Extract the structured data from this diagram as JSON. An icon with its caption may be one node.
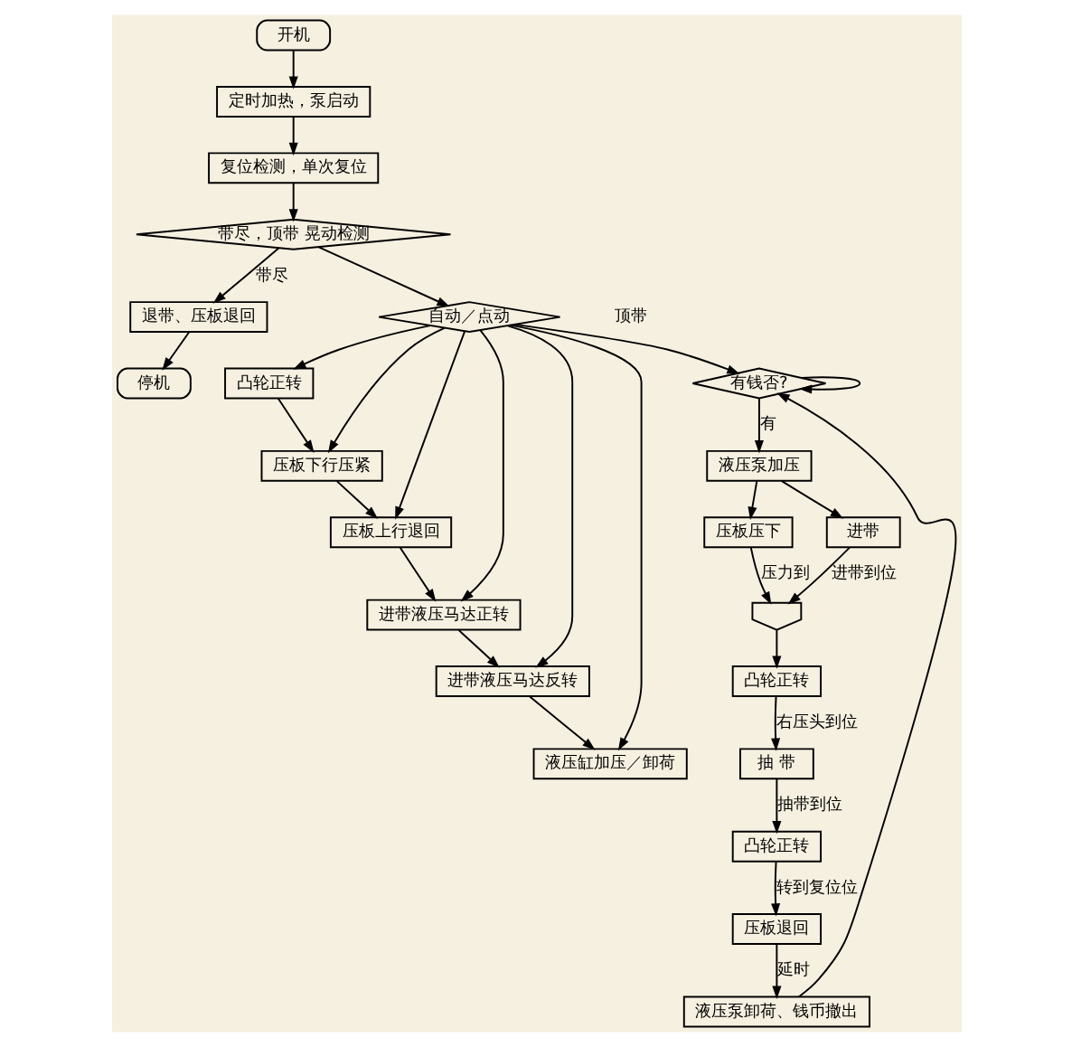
{
  "diagram": {
    "nodes": [
      {
        "text": [
          "开机"
        ]
      },
      {
        "text": [
          "定时加热，泵启动"
        ]
      },
      {
        "text": [
          "复位检测，单次复位"
        ]
      },
      {
        "text": [
          "带尽，顶带 晃动检测"
        ]
      },
      {
        "text": [
          "退带、压板退回"
        ]
      },
      {
        "text": [
          "停机"
        ]
      },
      {
        "text": [
          "自动／点动"
        ]
      },
      {
        "text": [
          "凸轮正转"
        ]
      },
      {
        "text": [
          "压板下行压紧"
        ]
      },
      {
        "text": [
          "压板上行退回"
        ]
      },
      {
        "text": [
          "进带液压马达正转"
        ]
      },
      {
        "text": [
          "进带液压马达反转"
        ]
      },
      {
        "text": [
          "液压缸加压／卸荷"
        ]
      },
      {
        "text": [
          "有钱否?"
        ]
      },
      {
        "text": [
          "液压泵加压"
        ]
      },
      {
        "text": [
          "压板压下"
        ]
      },
      {
        "text": [
          "进带"
        ]
      },
      {
        "text": [],
        "shape": "gate"
      },
      {
        "text": [
          "凸轮正转"
        ]
      },
      {
        "text": [
          "抽 带"
        ]
      },
      {
        "text": [
          "凸轮正转"
        ]
      },
      {
        "text": [
          "压板退回"
        ]
      },
      {
        "text": [
          "液压泵卸荷、钱币撤出"
        ]
      }
    ],
    "edges": [
      {
        "from": 0,
        "to": 1,
        "arrow": "to"
      },
      {
        "from": 1,
        "to": 2,
        "arrow": "to"
      },
      {
        "from": 2,
        "to": 3,
        "arrow": "to"
      },
      {
        "from": 3,
        "to": 4,
        "arrow": "to",
        "label": "带尽"
      },
      {
        "from": 4,
        "to": 5,
        "arrow": "to"
      },
      {
        "from": 3,
        "to": 6,
        "arrow": "to"
      },
      {
        "from": 7,
        "to": 8,
        "arrow": "to"
      },
      {
        "from": 8,
        "to": 9,
        "arrow": "to"
      },
      {
        "from": 9,
        "to": 10,
        "arrow": "to"
      },
      {
        "from": 10,
        "to": 11,
        "arrow": "to"
      },
      {
        "from": 11,
        "to": 12,
        "arrow": "to"
      },
      {
        "from": 6,
        "to": 7,
        "arrow": "to"
      },
      {
        "from": 6,
        "to": 8,
        "arrow": "to"
      },
      {
        "from": 6,
        "to": 9,
        "arrow": "to"
      },
      {
        "from": 6,
        "to": 10,
        "arrow": "to"
      },
      {
        "from": 6,
        "to": 11,
        "arrow": "to"
      },
      {
        "from": 6,
        "to": 12,
        "arrow": "to"
      },
      {
        "from": 6,
        "to": 13,
        "arrow": "to"
      },
      {
        "from": 13,
        "to": 14,
        "arrow": "to",
        "label": "有"
      },
      {
        "from": 13,
        "to": 13,
        "arrow": "to"
      },
      {
        "from": 14,
        "to": 15,
        "arrow": "to"
      },
      {
        "from": 14,
        "to": 16,
        "arrow": "to"
      },
      {
        "from": 15,
        "to": 17,
        "arrow": "to",
        "label": "压力到"
      },
      {
        "from": 16,
        "to": 17,
        "arrow": "to",
        "label": "进带到位"
      },
      {
        "from": 17,
        "to": 18,
        "arrow": "to"
      },
      {
        "from": 18,
        "to": 19,
        "arrow": "to",
        "label": "右压头到位"
      },
      {
        "from": 19,
        "to": 20,
        "arrow": "to",
        "label": "抽带到位"
      },
      {
        "from": 20,
        "to": 21,
        "arrow": "to",
        "label": "转到复位位"
      },
      {
        "from": 21,
        "to": 22,
        "arrow": "to",
        "label": "延时"
      },
      {
        "from": 22,
        "to": 13,
        "arrow": "to"
      }
    ],
    "labels": [
      "顶带"
    ]
  }
}
